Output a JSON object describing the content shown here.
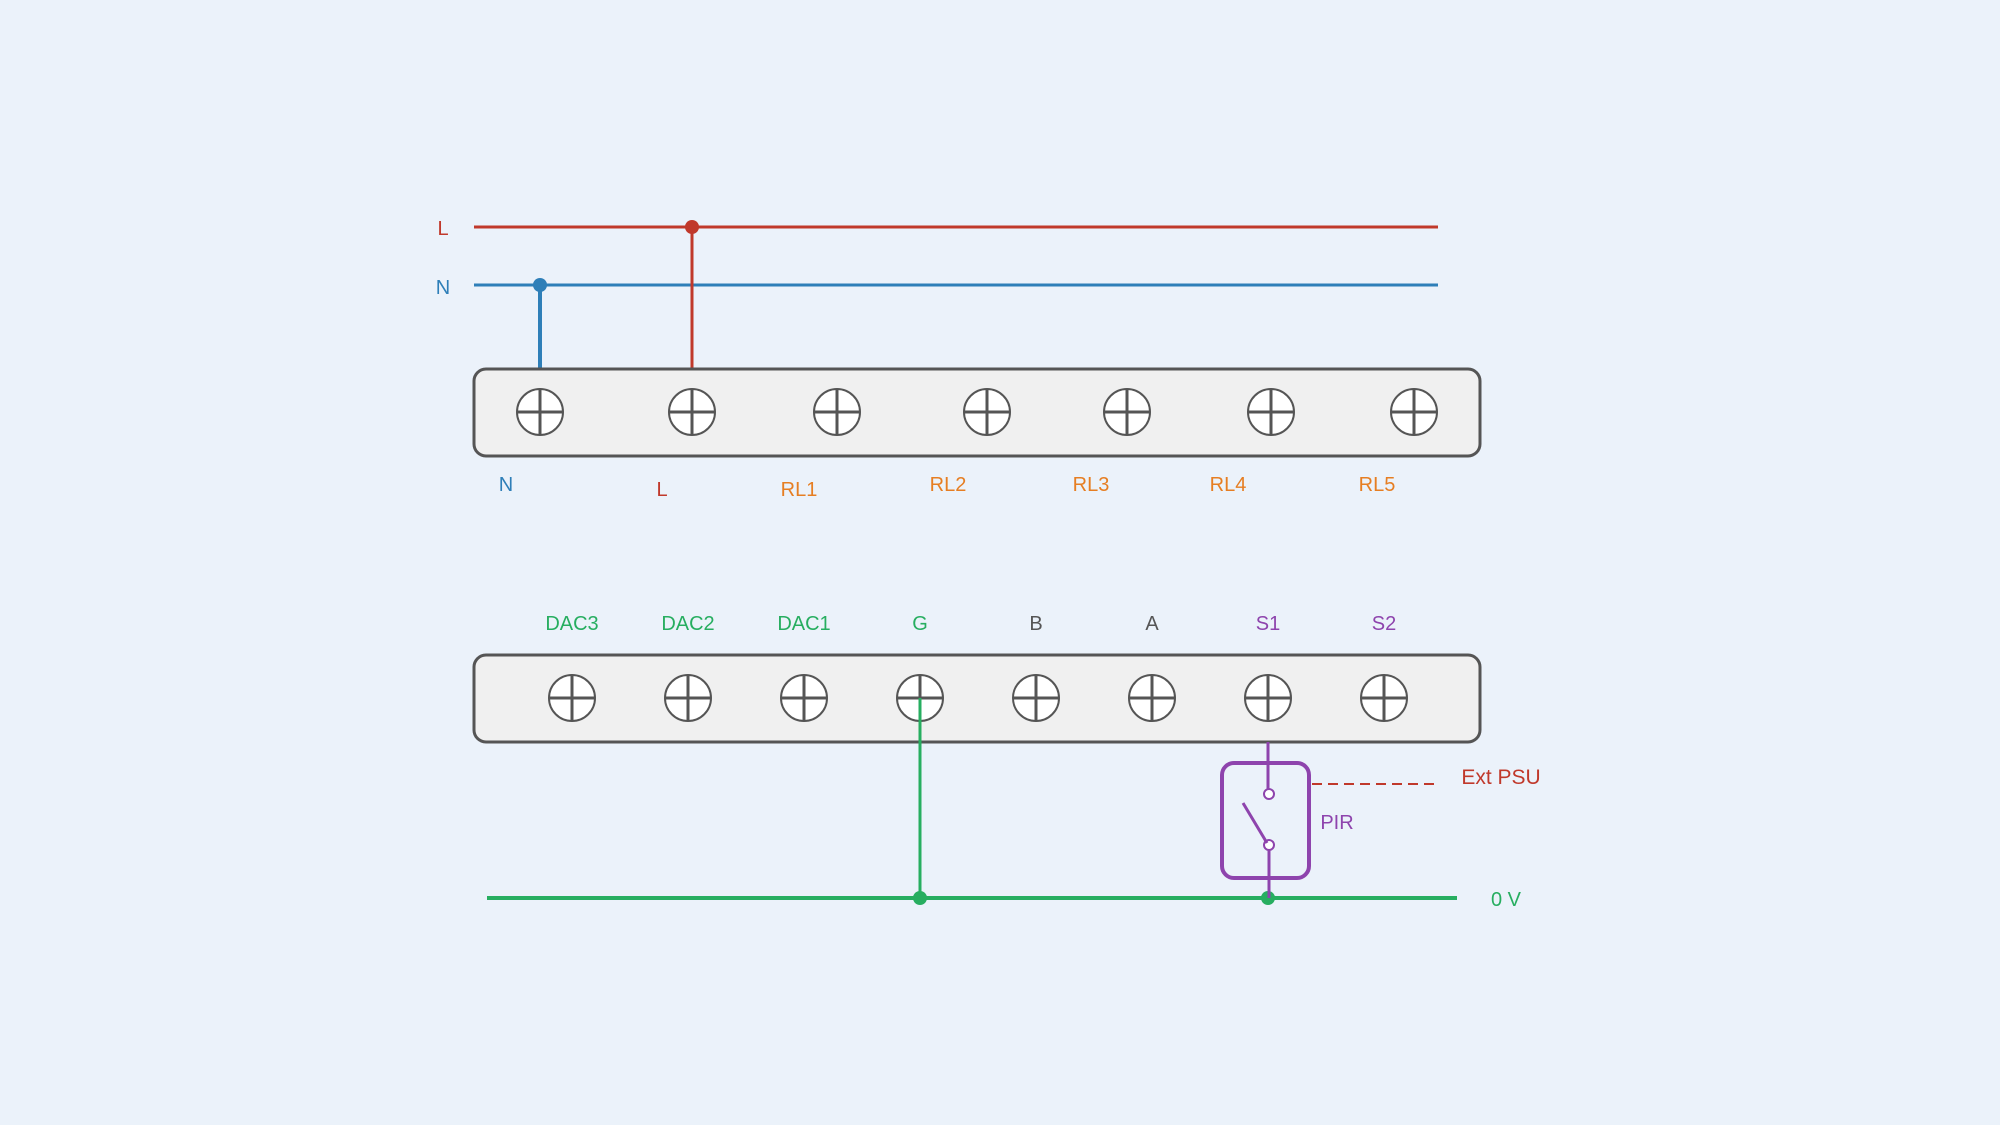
{
  "colors": {
    "background": "#ebf2fa",
    "live": "#c0392b",
    "neutral": "#2e7fb8",
    "relay": "#e67e22",
    "dac": "#27ae60",
    "zero_volt": "#27ae60",
    "sensor": "#8e44ad",
    "bus": "#555555",
    "ext_psu": "#c0392b",
    "terminal_block_fill": "#f0f0f0",
    "terminal_block_stroke": "#555555"
  },
  "bus_lines": {
    "live_label": "L",
    "neutral_label": "N"
  },
  "power_block": {
    "terminals": [
      {
        "label": "N",
        "color": "#2e7fb8"
      },
      {
        "label": "L",
        "color": "#c0392b"
      },
      {
        "label": "RL1",
        "color": "#e67e22"
      },
      {
        "label": "RL2",
        "color": "#e67e22"
      },
      {
        "label": "RL3",
        "color": "#e67e22"
      },
      {
        "label": "RL4",
        "color": "#e67e22"
      },
      {
        "label": "RL5",
        "color": "#e67e22"
      }
    ]
  },
  "signal_block": {
    "terminals": [
      {
        "label": "DAC3",
        "color": "#27ae60"
      },
      {
        "label": "DAC2",
        "color": "#27ae60"
      },
      {
        "label": "DAC1",
        "color": "#27ae60"
      },
      {
        "label": "G",
        "color": "#27ae60"
      },
      {
        "label": "B",
        "color": "#555555"
      },
      {
        "label": "A",
        "color": "#555555"
      },
      {
        "label": "S1",
        "color": "#8e44ad"
      },
      {
        "label": "S2",
        "color": "#8e44ad"
      }
    ]
  },
  "sensor": {
    "label": "PIR"
  },
  "ext_psu": {
    "label": "Ext PSU"
  },
  "zero_volt": {
    "label": "0 V"
  }
}
